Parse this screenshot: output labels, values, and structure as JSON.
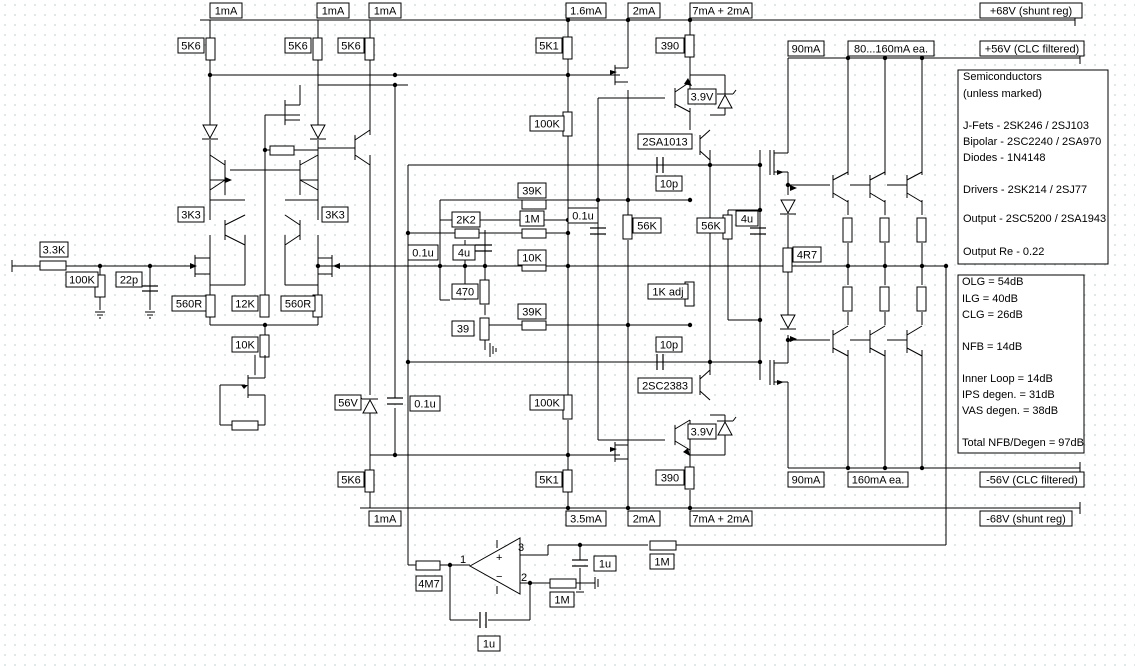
{
  "rails": {
    "pos68": "+68V (shunt reg)",
    "pos56": "+56V (CLC filtered)",
    "neg56": "-56V (CLC filtered)",
    "neg68": "-68V (shunt reg)"
  },
  "currents": {
    "top_1ma_a": "1mA",
    "top_1ma_b": "1mA",
    "top_1ma_c": "1mA",
    "top_1_6ma": "1.6mA",
    "top_2ma": "2mA",
    "top_7ma": "7mA + 2mA",
    "top_90ma": "90mA",
    "top_80_160": "80...160mA ea.",
    "bot_1ma": "1mA",
    "bot_3_5ma": "3.5mA",
    "bot_2ma": "2mA",
    "bot_7ma": "7mA + 2mA",
    "bot_90ma": "90mA",
    "bot_160": "160mA ea."
  },
  "components": {
    "r_in": "3.3K",
    "r_in_gnd": "100K",
    "c_in": "22p",
    "r_5k6_a": "5K6",
    "r_5k6_b": "5K6",
    "r_5k6_c": "5K6",
    "r_3k3_a": "3K3",
    "r_3k3_b": "3K3",
    "r_560_a": "560R",
    "r_12k": "12K",
    "r_560_b": "560R",
    "r_10k_a": "10K",
    "z_56v": "56V",
    "c_0u1_a": "0.1u",
    "r_5k6_d": "5K6",
    "r_2k2": "2K2",
    "c_0u1_b": "0.1u",
    "c_4u_a": "4u",
    "r_39k_a": "39K",
    "r_1m_a": "1M",
    "r_10k_b": "10K",
    "r_470": "470",
    "r_39": "39",
    "r_39k_b": "39K",
    "c_0u1_c": "0.1u",
    "r_5k1_a": "5K1",
    "r_100k_a": "100K",
    "r_100k_b": "100K",
    "r_5k1_b": "5K1",
    "r_56k_a": "56K",
    "r_1k_adj": "1K adj",
    "r_390_a": "390",
    "z_3v9_a": "3.9V",
    "q_2sa1013": "2SA1013",
    "c_10p_a": "10p",
    "r_56k_b": "56K",
    "c_4u_b": "4u",
    "c_10p_b": "10p",
    "q_2sc2383": "2SC2383",
    "z_3v9_b": "3.9V",
    "r_390_b": "390",
    "r_4r7": "4R7",
    "r_4m7": "4M7",
    "c_1u_a": "1u",
    "r_1m_b": "1M",
    "r_1m_c": "1M",
    "c_1u_b": "1u",
    "opamp_pin_1": "1",
    "opamp_pin_2": "2",
    "opamp_pin_3": "3"
  },
  "notes_semis": [
    "Semiconductors",
    "(unless marked)",
    "J-Fets - 2SK246 / 2SJ103",
    "Bipolar - 2SC2240 / 2SA970",
    "Diodes - 1N4148",
    "Drivers - 2SK214 /  2SJ77",
    "Output - 2SC5200 / 2SA1943",
    "Output Re - 0.22"
  ],
  "notes_loop": [
    "OLG = 54dB",
    " ILG = 40dB",
    "CLG = 26dB",
    "NFB = 14dB",
    "Inner Loop = 14dB",
    "IPS degen. = 31dB",
    "VAS degen. = 38dB",
    "Total NFB/Degen = 97dB"
  ]
}
